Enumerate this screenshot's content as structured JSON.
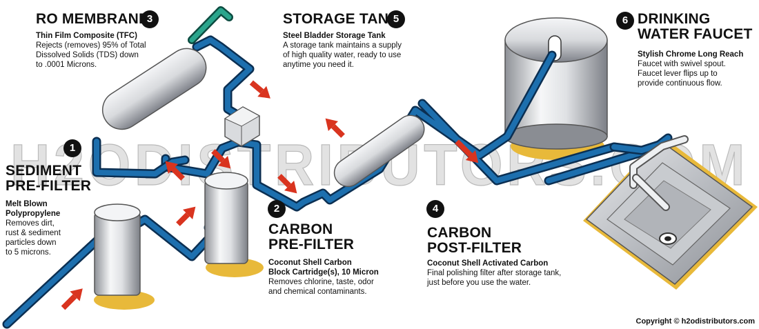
{
  "watermark": "H2ODISTRIBUTORS.COM",
  "copyright": "Copyright © h2odistributors.com",
  "colors": {
    "pipe": "#1d6fae",
    "pipe_outline": "#0b2f52",
    "outlet_pipe": "#2aa58c",
    "flow_arrow": "#d9341f",
    "shadow": "#e8b93a",
    "number_badge": "#111111"
  },
  "components": {
    "sediment": {
      "number": "1",
      "title_lines": [
        "SEDIMENT",
        "PRE-FILTER"
      ],
      "subtitle_lines": [
        "Melt Blown",
        "Polypropylene"
      ],
      "desc_lines": [
        "Removes dirt,",
        "rust & sediment",
        "particles down",
        "to 5 microns."
      ]
    },
    "carbon_pre": {
      "number": "2",
      "title_lines": [
        "CARBON",
        "PRE-FILTER"
      ],
      "subtitle_lines": [
        "Coconut Shell Carbon",
        "Block Cartridge(s), 10 Micron"
      ],
      "desc_lines": [
        "Removes chlorine, taste, odor",
        "and chemical contaminants."
      ]
    },
    "ro_membrane": {
      "number": "3",
      "title_lines": [
        "RO MEMBRANE"
      ],
      "subtitle_lines": [
        "Thin Film Composite (TFC)"
      ],
      "desc_lines": [
        "Rejects (removes) 95% of Total",
        "Dissolved Solids (TDS) down",
        "to .0001 Microns."
      ]
    },
    "carbon_post": {
      "number": "4",
      "title_lines": [
        "CARBON",
        "POST-FILTER"
      ],
      "subtitle_lines": [
        "Coconut Shell Activated Carbon"
      ],
      "desc_lines": [
        "Final polishing filter after storage tank,",
        "just before you use the water."
      ]
    },
    "storage_tank": {
      "number": "5",
      "title_lines": [
        "STORAGE TANK"
      ],
      "subtitle_lines": [
        "Steel Bladder Storage Tank"
      ],
      "desc_lines": [
        "A storage tank maintains a supply",
        "of high quality water, ready to use",
        "anytime you need it."
      ]
    },
    "faucet": {
      "number": "6",
      "title_lines": [
        "DRINKING",
        "WATER FAUCET"
      ],
      "subtitle_lines": [
        "Stylish Chrome Long Reach"
      ],
      "desc_lines": [
        "Faucet with swivel spout.",
        "Faucet lever flips up to",
        "provide continuous flow."
      ]
    }
  }
}
